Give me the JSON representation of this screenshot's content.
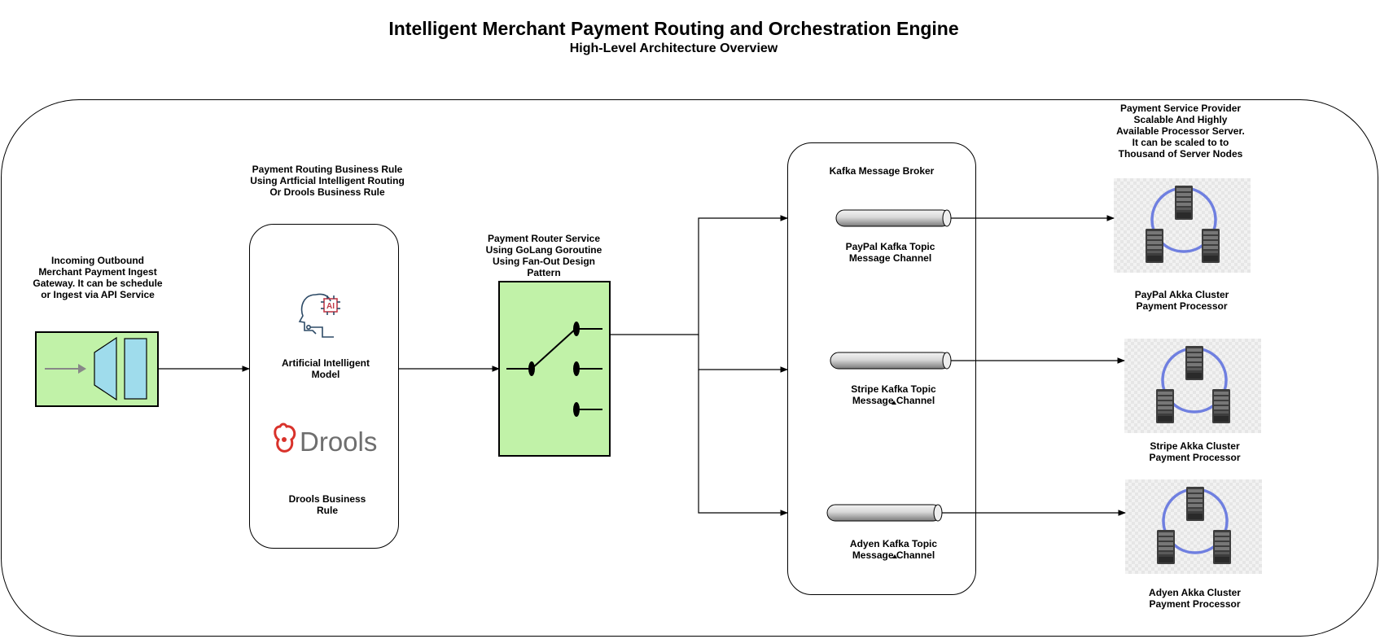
{
  "diagram": {
    "title": "Intelligent Merchant Payment Routing and Orchestration Engine",
    "subtitle": "High-Level Architecture Overview",
    "gateway": {
      "label": "Incoming Outbound Merchant Payment Ingest Gateway. It can be schedule or Ingest via API Service",
      "color": "#c1f2a8",
      "icon": "gateway-icon"
    },
    "rules_panel": {
      "header": "Payment Routing Business Rule Using Artficial Intelligent Routing Or Drools Business Rule",
      "ai_label": "Artificial Intelligent Model",
      "drools_logo_text": "Drools",
      "drools_label": "Drools Business Rule"
    },
    "router": {
      "label": "Payment Router Service Using GoLang Goroutine Using Fan-Out Design Pattern",
      "color": "#c1f2a8",
      "icon": "switch-icon"
    },
    "broker": {
      "label": "Kafka Message Broker",
      "topics": [
        {
          "label": "PayPal Kafka Topic Message Channel"
        },
        {
          "label": "Stripe Kafka Topic Message Channel"
        },
        {
          "label": "Adyen Kafka Topic Message Channel"
        }
      ]
    },
    "psp_header": "Payment Service Provider Scalable And Highly Available Processor Server. It can be scaled to to Thousand of Server Nodes",
    "clusters": [
      {
        "label": "PayPal Akka Cluster Payment Processor",
        "icon": "server-cluster-icon"
      },
      {
        "label": "Stripe Akka Cluster Payment Processor",
        "icon": "server-cluster-icon"
      },
      {
        "label": "Adyen Akka Cluster Payment Processor",
        "icon": "server-cluster-icon"
      }
    ],
    "colors": {
      "cluster_ring": "#6f7fe0",
      "gateway_funnel": "#9fdcec",
      "drools_red": "#d9322b",
      "drools_gray": "#6e6e6e",
      "ai_icon": "#2d4a66"
    }
  }
}
